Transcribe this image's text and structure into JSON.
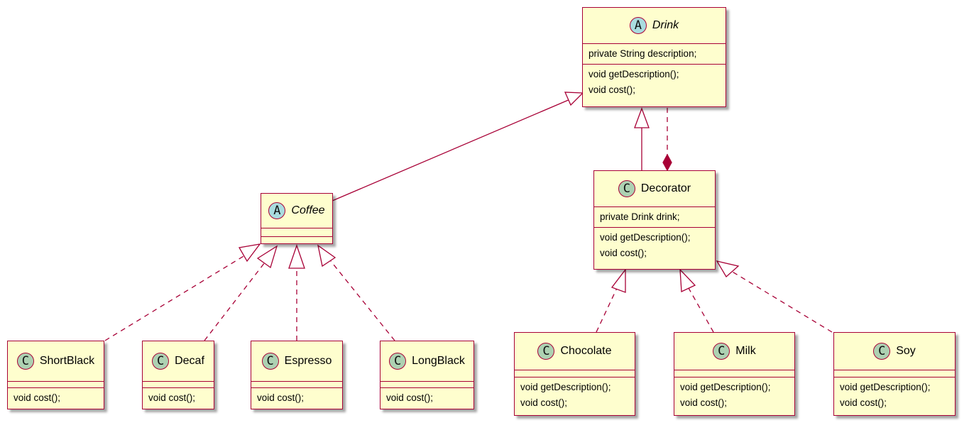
{
  "colors": {
    "border": "#a80036",
    "fill": "#fefece",
    "abstract_badge": "#a9dcdf",
    "class_badge": "#add1b2"
  },
  "classes": {
    "drink": {
      "badge": "A",
      "name": "Drink",
      "fields": [
        "private String description;"
      ],
      "methods": [
        "void getDescription();",
        "void cost();"
      ]
    },
    "coffee": {
      "badge": "A",
      "name": "Coffee"
    },
    "decorator": {
      "badge": "C",
      "name": "Decorator",
      "fields": [
        "private Drink drink;"
      ],
      "methods": [
        "void getDescription();",
        "void cost();"
      ]
    },
    "shortblack": {
      "badge": "C",
      "name": "ShortBlack",
      "methods": [
        "void cost();"
      ]
    },
    "decaf": {
      "badge": "C",
      "name": "Decaf",
      "methods": [
        "void cost();"
      ]
    },
    "espresso": {
      "badge": "C",
      "name": "Espresso",
      "methods": [
        "void cost();"
      ]
    },
    "longblack": {
      "badge": "C",
      "name": "LongBlack",
      "methods": [
        "void cost();"
      ]
    },
    "chocolate": {
      "badge": "C",
      "name": "Chocolate",
      "methods": [
        "void getDescription();",
        "void cost();"
      ]
    },
    "milk": {
      "badge": "C",
      "name": "Milk",
      "methods": [
        "void getDescription();",
        "void cost();"
      ]
    },
    "soy": {
      "badge": "C",
      "name": "Soy",
      "methods": [
        "void getDescription();",
        "void cost();"
      ]
    }
  },
  "relations": [
    {
      "from": "coffee",
      "to": "drink",
      "type": "inheritance"
    },
    {
      "from": "decorator",
      "to": "drink",
      "type": "inheritance"
    },
    {
      "from": "decorator",
      "to": "drink",
      "type": "composition"
    },
    {
      "from": "shortblack",
      "to": "coffee",
      "type": "realization"
    },
    {
      "from": "decaf",
      "to": "coffee",
      "type": "realization"
    },
    {
      "from": "espresso",
      "to": "coffee",
      "type": "realization"
    },
    {
      "from": "longblack",
      "to": "coffee",
      "type": "realization"
    },
    {
      "from": "chocolate",
      "to": "decorator",
      "type": "realization"
    },
    {
      "from": "milk",
      "to": "decorator",
      "type": "realization"
    },
    {
      "from": "soy",
      "to": "decorator",
      "type": "realization"
    }
  ]
}
